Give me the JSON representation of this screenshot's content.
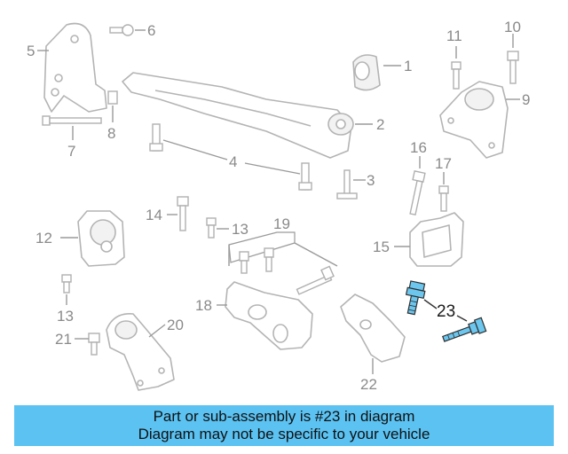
{
  "diagram": {
    "callouts": {
      "c1": "1",
      "c2": "2",
      "c3": "3",
      "c4": "4",
      "c5": "5",
      "c6": "6",
      "c7": "7",
      "c8": "8",
      "c9": "9",
      "c10": "10",
      "c11": "11",
      "c12": "12",
      "c13a": "13",
      "c13b": "13",
      "c14": "14",
      "c15": "15",
      "c16": "16",
      "c17": "17",
      "c18": "18",
      "c19": "19",
      "c20": "20",
      "c21": "21",
      "c22": "22",
      "c23": "23"
    },
    "highlight_color": "#6cc6ee"
  },
  "banner": {
    "line1": "Part or sub-assembly is #23 in diagram",
    "line2": "Diagram may not be specific to your vehicle",
    "color": "#5bc2f2"
  }
}
